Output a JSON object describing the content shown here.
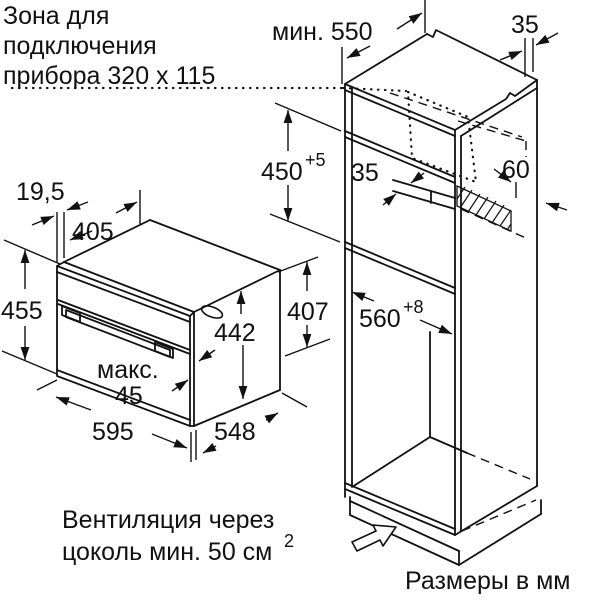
{
  "colors": {
    "line": "#111111",
    "background": "#ffffff"
  },
  "notes": {
    "zone": {
      "line1": "Зона для",
      "line2": "подключения",
      "line3": "прибора 320 x 115"
    },
    "ventilation": {
      "line1": "Вентиляция через",
      "line2": "цоколь мин. 50 см",
      "superscript": "2"
    },
    "units": "Размеры в мм"
  },
  "cabinet": {
    "min_depth": "мин. 550",
    "rear_gap_top": "35",
    "niche_height": "450",
    "niche_height_tol": "+5",
    "rear_rail": "35",
    "vent_slot_depth": "60",
    "niche_width": "560",
    "niche_width_tol": "+8"
  },
  "oven": {
    "height": "455",
    "front_frame_depth": "19,5",
    "top_depth": "405",
    "inner_height": "442",
    "rear_height": "407",
    "door_protrusion_label": "макс.",
    "door_protrusion_value": "45",
    "width": "595",
    "depth": "548"
  }
}
